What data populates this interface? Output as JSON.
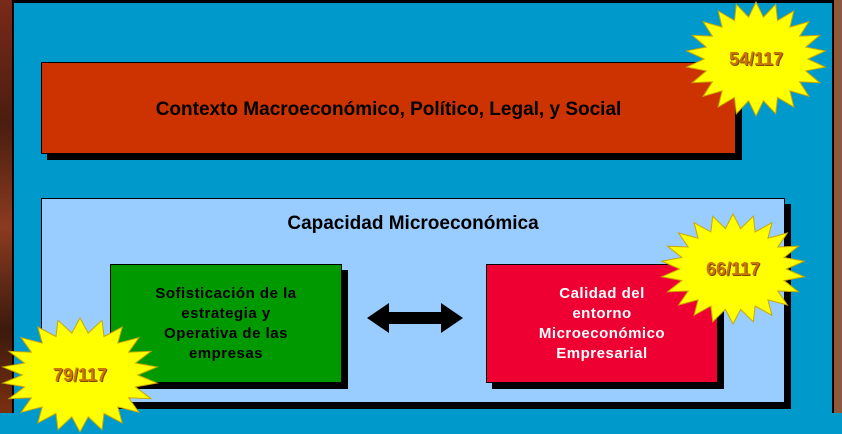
{
  "macro": {
    "label": "Contexto Macroeconómico, Político, Legal,  y Social"
  },
  "micro": {
    "title": "Capacidad Microeconómica",
    "left_box": "Sofisticación de la\nestrategia y\nOperativa de las\nempresas",
    "right_box": "Calidad del\nentorno\nMicroeconómico\nEmpresarial"
  },
  "badges": {
    "macro_rank": "54/117",
    "micro_rank": "66/117",
    "firm_rank": "79/117"
  },
  "colors": {
    "background": "#0099cc",
    "macro_fill": "#cc3300",
    "micro_fill": "#99ccff",
    "green_fill": "#009900",
    "red_fill": "#ee0033",
    "burst_fill": "#ffff00",
    "burst_text": "#cc7700"
  }
}
